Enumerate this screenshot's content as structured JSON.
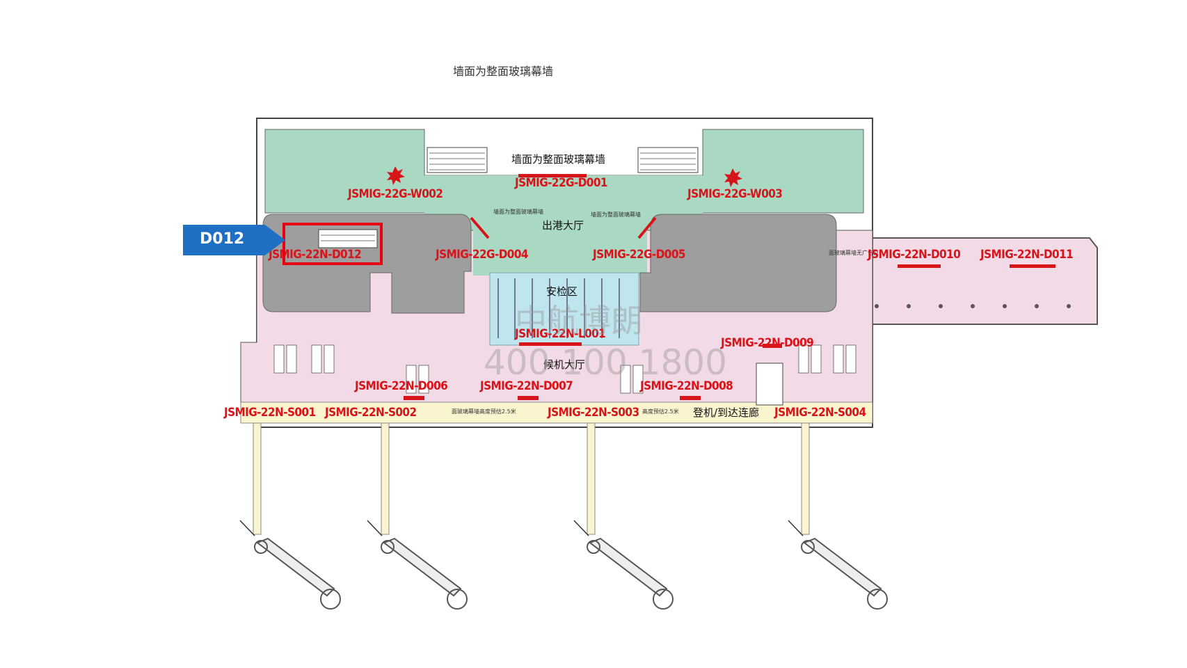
{
  "page_caption": "墙面为整面玻璃幕墙",
  "callout": {
    "label": "D012"
  },
  "highlighted_location": "JSMIG-22N-D012",
  "zones": {
    "glass_wall_center": "墙面为整面玻璃幕墙",
    "glass_wall_left_small": "墙面为整面玻璃幕墙",
    "glass_wall_right_small": "墙面为整面玻璃幕墙",
    "departure_hall": "出港大厅",
    "security": "安检区",
    "boarding_hall": "候机大厅",
    "corridor": "登机/到达连廊",
    "note_left": "面玻璃幕墙高度预估2.5米",
    "note_right": "高度预估2.5米",
    "note_east": "面玻璃幕墙无广告位"
  },
  "ad_spots": [
    {
      "id": "JSMIG-22G-W002"
    },
    {
      "id": "JSMIG-22G-D001"
    },
    {
      "id": "JSMIG-22G-W003"
    },
    {
      "id": "JSMIG-22N-D012"
    },
    {
      "id": "JSMIG-22G-D004"
    },
    {
      "id": "JSMIG-22G-D005"
    },
    {
      "id": "JSMIG-22N-D010"
    },
    {
      "id": "JSMIG-22N-D011"
    },
    {
      "id": "JSMIG-22N-L001"
    },
    {
      "id": "JSMIG-22N-D009"
    },
    {
      "id": "JSMIG-22N-D006"
    },
    {
      "id": "JSMIG-22N-D007"
    },
    {
      "id": "JSMIG-22N-D008"
    },
    {
      "id": "JSMIG-22N-S001"
    },
    {
      "id": "JSMIG-22N-S002"
    },
    {
      "id": "JSMIG-22N-S003"
    },
    {
      "id": "JSMIG-22N-S004"
    }
  ],
  "watermark": {
    "name": "中航博朗",
    "phone": "400 100 1800"
  },
  "colors": {
    "accent_red": "#d8141b",
    "callout_blue": "#1f6fc5",
    "airside_green": "#a9d9c3",
    "landside_pink": "#f2dbe6",
    "holdroom_gray": "#9e9e9e",
    "security_teal": "#bfe6ee",
    "corridor_yellow": "#faf5cf"
  }
}
